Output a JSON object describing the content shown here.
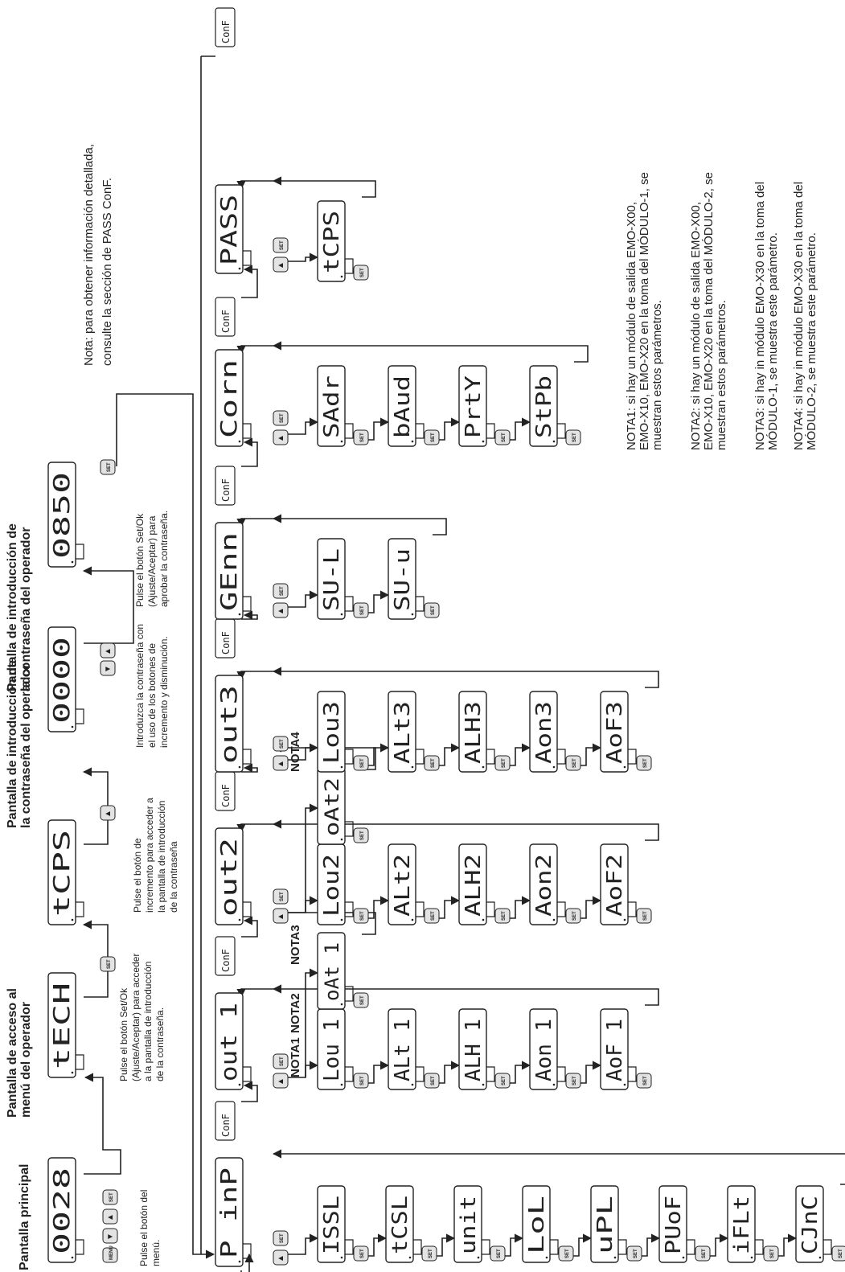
{
  "headings": {
    "main": "Pantalla principal",
    "menu_access": [
      "Pantalla de acceso al",
      "menú del operador"
    ],
    "pw_entry_1": [
      "Pantalla de introducción de",
      "la contraseña del operador"
    ],
    "pw_entry_2": [
      "Pantalla de introducción de",
      "la contraseña del operador"
    ]
  },
  "instructions": {
    "menu_btn": [
      "Pulse el botón del",
      "menú."
    ],
    "set_tech": [
      "Pulse el botón Set/Ok",
      "(Ajuste/Aceptar) para acceder",
      "a la pantalla de introducción",
      "de la contraseña."
    ],
    "inc_btn": [
      "Pulse el botón de",
      "incremento para acceder a",
      "la pantalla de introducción",
      "de la contraseña"
    ],
    "enter_pw": [
      "Introduzca la contraseña con",
      "el uso de los botones de",
      "incremento y disminución."
    ],
    "approve_pw": [
      "Pulse el botón Set/Ok",
      "(Ajuste/Aceptar) para",
      "aprobar la contraseña."
    ],
    "pass_note": [
      "Nota: para obtener información detallada,",
      "consulte la sección de PASS ConF."
    ]
  },
  "displays": {
    "main": "0028",
    "tech": "tECH",
    "tcps": "tCPS",
    "pw0000": "0000",
    "pw0850": "0850"
  },
  "conf_label": "ConF",
  "menus": [
    {
      "title": "P inP",
      "params": [
        "ISSL",
        "tCSL",
        "unit",
        "LoL",
        "uPL",
        "PUoF",
        "iFLt",
        "CJnC"
      ]
    },
    {
      "title": "out 1",
      "params": [
        "Lou 1",
        "ALt 1",
        "ALH 1",
        "Aon 1",
        "AoF 1"
      ],
      "extra": "oAt 1"
    },
    {
      "title": "out2",
      "params": [
        "Lou2",
        "ALt2",
        "ALH2",
        "Aon2",
        "AoF2"
      ],
      "extra": "oAt2"
    },
    {
      "title": "out3",
      "params": [
        "Lou3",
        "ALt3",
        "ALH3",
        "Aon3",
        "AoF3"
      ]
    },
    {
      "title": "GEnn",
      "params": [
        "SU-L",
        "SU-u"
      ]
    },
    {
      "title": "Corn",
      "params": [
        "SAdr",
        "bAud",
        "PrtY",
        "StPb"
      ]
    },
    {
      "title": "PASS",
      "params": [
        "tCPS"
      ]
    }
  ],
  "note_labels": {
    "n1": "NOTA1",
    "n2": "NOTA2",
    "n3": "NOTA3",
    "n4": "NOTA4"
  },
  "notes": [
    [
      "NOTA1: si hay un módulo de salida EMO-X00,",
      "EMO-X10, EMO-X20 en la toma del MÓDULO-1, se",
      "muestran estos parámetros."
    ],
    [
      "NOTA2: si hay un módulo de salida EMO-X00,",
      "EMO-X10, EMO-X20 en la toma del MÓDULO-2, se",
      "muestran estos parámetros."
    ],
    [
      "NOTA3: si hay in módulo EMO-X30 en la toma del",
      "MÓDULO-1, se muestra este parámetro."
    ],
    [
      "NOTA4: si hay in módulo EMO-X30 en la toma del",
      "MÓDULO-2, se muestra este parámetro."
    ]
  ],
  "button_labels": {
    "set": "SET",
    "up": "▲",
    "down": "▼",
    "menu": "MENU"
  }
}
